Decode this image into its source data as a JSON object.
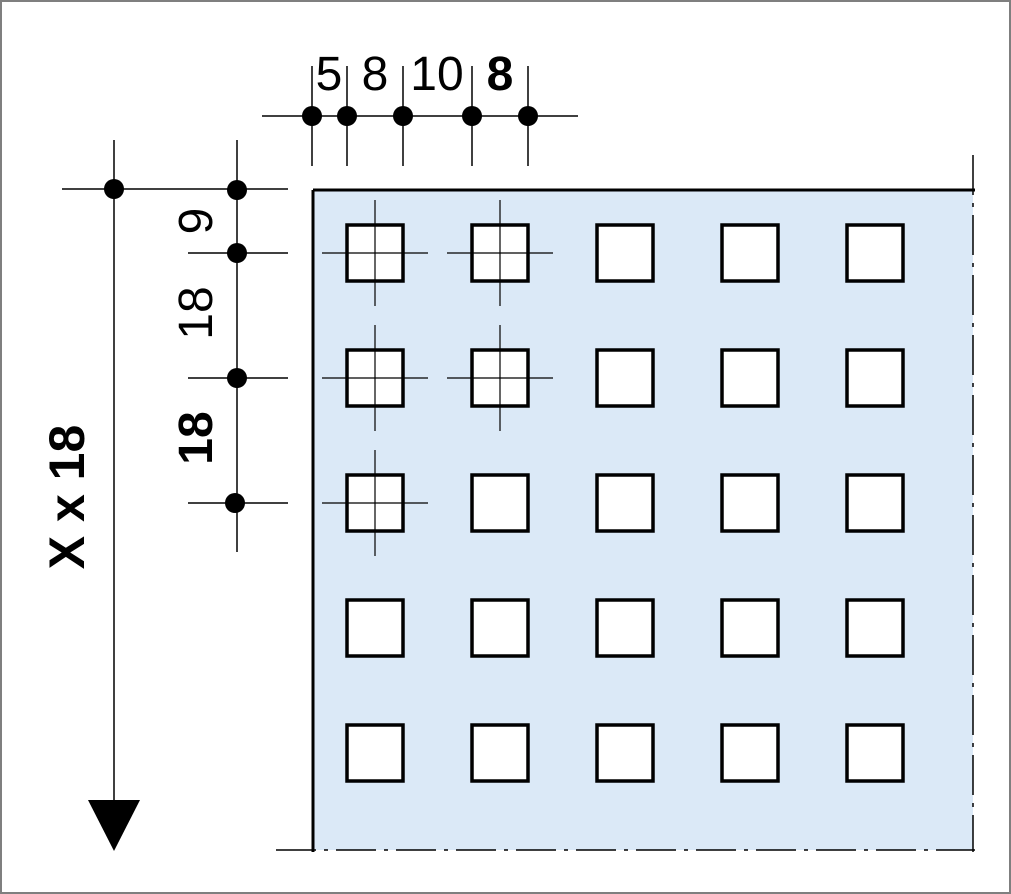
{
  "top_dimensions": {
    "labels": [
      "5",
      "8",
      "10",
      "8"
    ],
    "bold_index": 3
  },
  "left_dimensions": {
    "labels": [
      "9",
      "18",
      "18"
    ],
    "bold_index": 2
  },
  "overall_dimension": {
    "label": "X x 18"
  },
  "sheet": {
    "fill_color": "#dbe9f7",
    "line_color": "#000000",
    "rows": 5,
    "cols": 5
  },
  "centerlines_marked": [
    [
      0,
      0
    ],
    [
      0,
      1
    ],
    [
      1,
      0
    ],
    [
      1,
      1
    ],
    [
      2,
      0
    ]
  ]
}
